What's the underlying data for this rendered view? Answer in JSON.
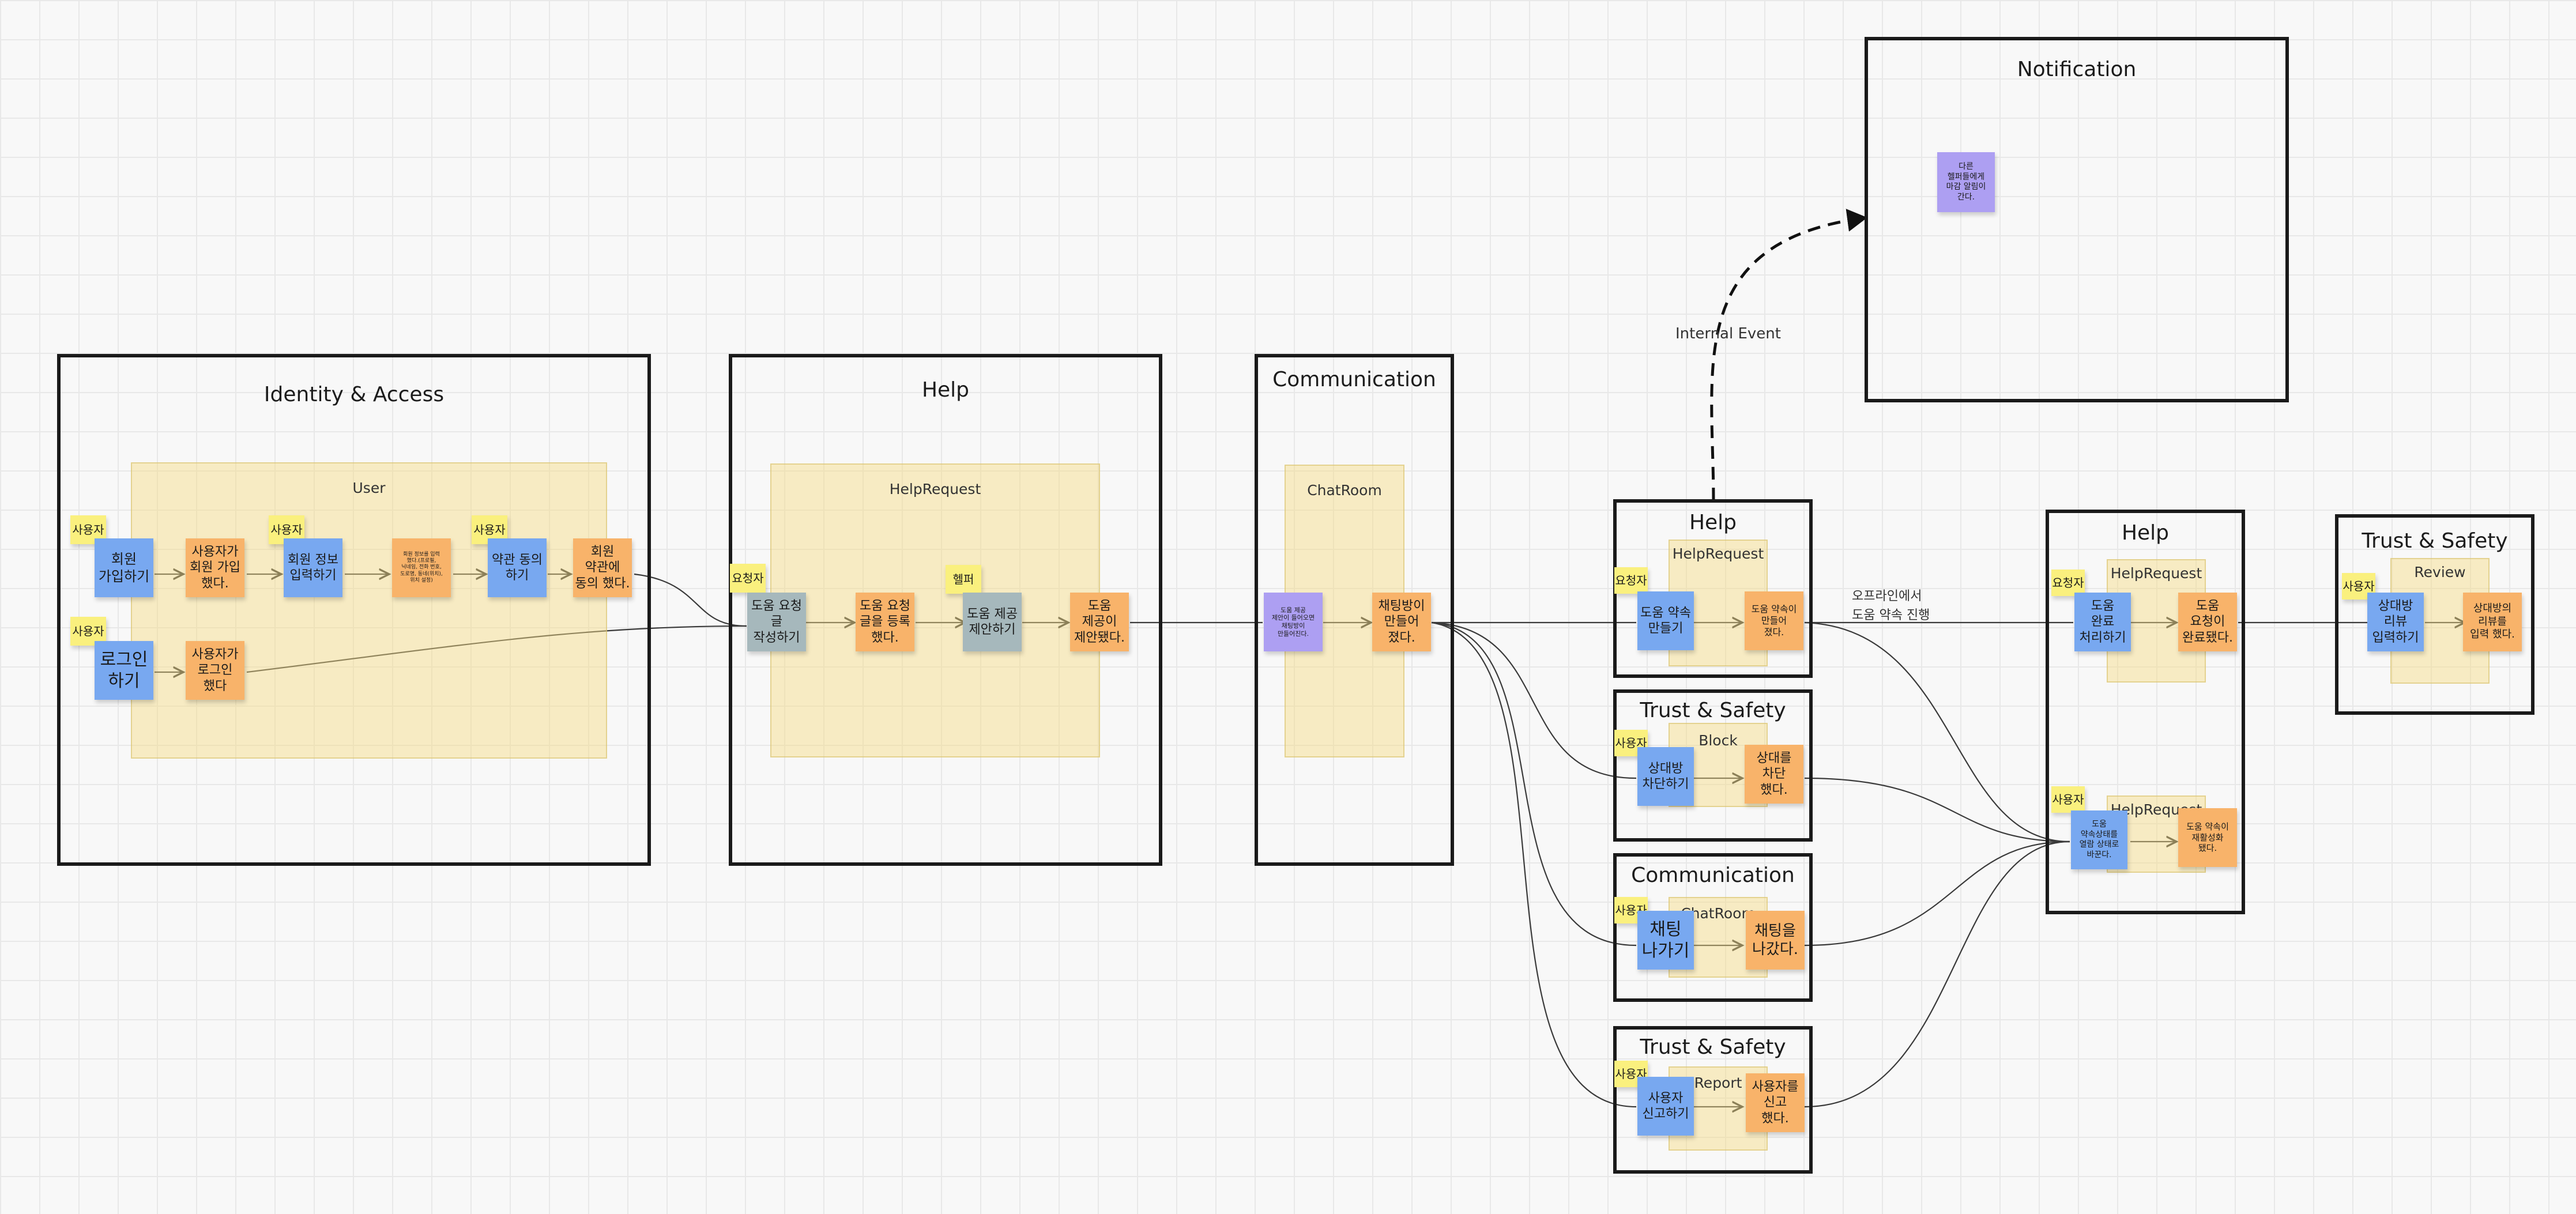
{
  "internal_event_label": "Internal Event",
  "offline_label": "오프라인에서\n도움 약속 진행",
  "frames": {
    "identity": {
      "title": "Identity & Access",
      "aggregate": "User",
      "stickies": {
        "actor1": "사용자",
        "cmd1": "회원\n가입하기",
        "evt1": "사용자가\n회원 가입\n했다.",
        "actor2": "사용자",
        "cmd2": "회원 정보\n입력하기",
        "evt2": "회원 정보를 입력\n했다.(프로필,\n닉네임, 전화 번호,\n도로명, 동네(위치),\n위치 설정)",
        "actor3": "사용자",
        "cmd3": "약관 동의\n하기",
        "evt3": "회원\n약관에\n동의 했다.",
        "actor4": "사용자",
        "cmd4": "로그인\n하기",
        "evt4": "사용자가\n로그인\n했다"
      }
    },
    "help1": {
      "title": "Help",
      "aggregate": "HelpRequest",
      "stickies": {
        "actor1": "요청자",
        "cmd1": "도움 요청\n글\n작성하기",
        "evt1": "도움 요청\n글을 등록\n했다.",
        "actor2": "헬퍼",
        "cmd2": "도움 제공\n제안하기",
        "evt2": "도움\n제공이\n제안됐다."
      }
    },
    "comm1": {
      "title": "Communication",
      "aggregate": "ChatRoom",
      "stickies": {
        "policy": "도움 제공\n제안이 들어오면\n채팅방이\n만들어진다.",
        "evt": "채팅방이\n만들어\n졌다."
      }
    },
    "notification": {
      "title": "Notification",
      "stickies": {
        "policy": "다른\n헬퍼들에게\n마감 알림이\n간다."
      }
    },
    "help2": {
      "title": "Help",
      "aggregate": "HelpRequest",
      "stickies": {
        "actor": "요청자",
        "cmd": "도움 약속\n만들기",
        "evt": "도움 약속이\n만들어\n졌다."
      }
    },
    "ts_block": {
      "title": "Trust & Safety",
      "aggregate": "Block",
      "stickies": {
        "actor": "사용자",
        "cmd": "상대방\n차단하기",
        "evt": "상대를\n차단\n했다."
      }
    },
    "comm2": {
      "title": "Communication",
      "aggregate": "ChatRoom",
      "stickies": {
        "actor": "사용자",
        "cmd": "채팅\n나가기",
        "evt": "채팅을\n나갔다."
      }
    },
    "ts_report": {
      "title": "Trust & Safety",
      "aggregate": "Report",
      "stickies": {
        "actor": "사용자",
        "cmd": "사용자\n신고하기",
        "evt": "사용자를\n신고\n했다."
      }
    },
    "help3": {
      "title": "Help",
      "aggregate1": "HelpRequest",
      "aggregate2": "HelpRequest",
      "stickies": {
        "actor1": "요청자",
        "cmd1": "도움\n완료\n처리하기",
        "evt1": "도움\n요청이\n완료됐다.",
        "actor2": "사용자",
        "cmd2": "도움\n약속상태를\n열람 상태로\n바꾼다.",
        "evt2": "도움 약속이\n재활성화\n됐다."
      }
    },
    "ts_review": {
      "title": "Trust & Safety",
      "aggregate": "Review",
      "stickies": {
        "actor": "사용자",
        "cmd": "상대방\n리뷰\n입력하기",
        "evt": "상대방의\n리뷰를\n입력 했다."
      }
    }
  }
}
